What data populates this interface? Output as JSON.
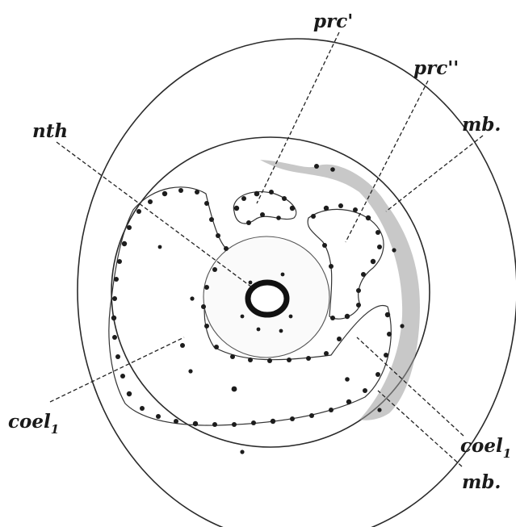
{
  "figure": {
    "labels": {
      "prc1": "prc'",
      "prc2": "prc''",
      "nth": "nth",
      "mb_top": "mb.",
      "coel_left": "coel",
      "coel_left_sub": "1",
      "coel_right": "coel",
      "coel_right_sub": "1",
      "mb_bottom": "mb."
    },
    "colors": {
      "background": "#ffffff",
      "outer_wash": "#e6e6e6",
      "capsule_fill": "#f7f7f7",
      "ink": "#1c1c1c",
      "membrane": "#8a8a8a"
    }
  }
}
